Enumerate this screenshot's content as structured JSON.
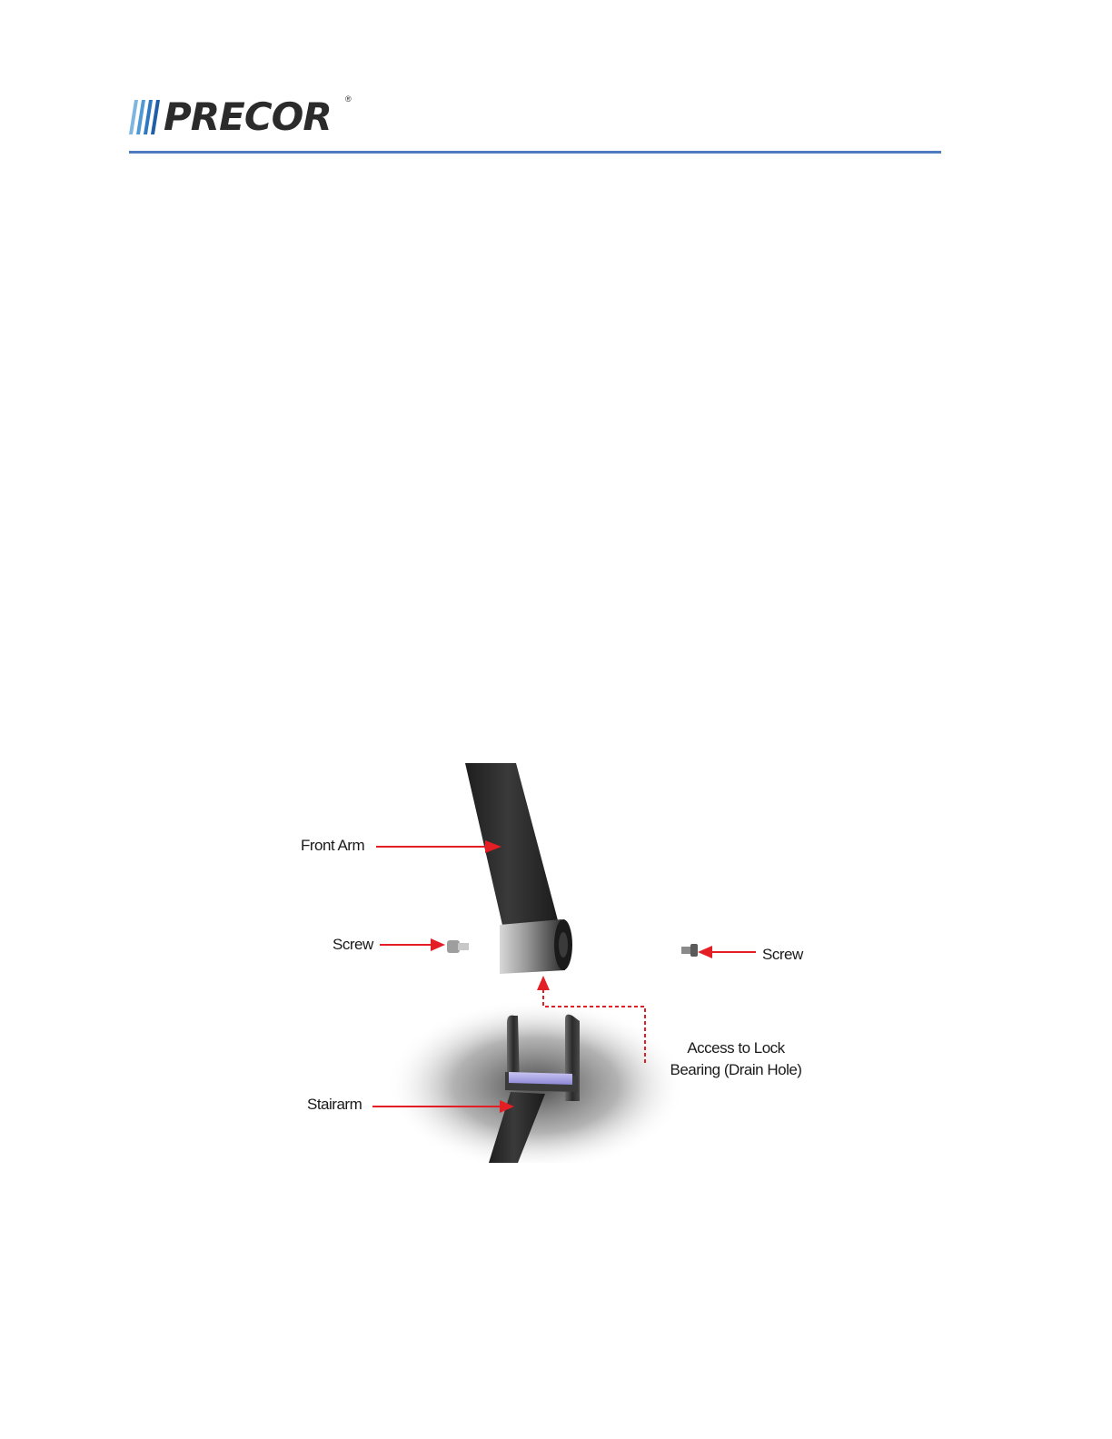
{
  "header": {
    "logo_text": "PRECOR",
    "logo_registered_mark": "®",
    "rule_color": "#4f7bc0"
  },
  "figure": {
    "labels": {
      "front_arm": "Front Arm",
      "screw_left": "Screw",
      "screw_right": "Screw",
      "access_line1": "Access to Lock",
      "access_line2": "Bearing (Drain Hole)",
      "stairarm": "Stairarm"
    },
    "arrow_color": "#e31e24"
  }
}
